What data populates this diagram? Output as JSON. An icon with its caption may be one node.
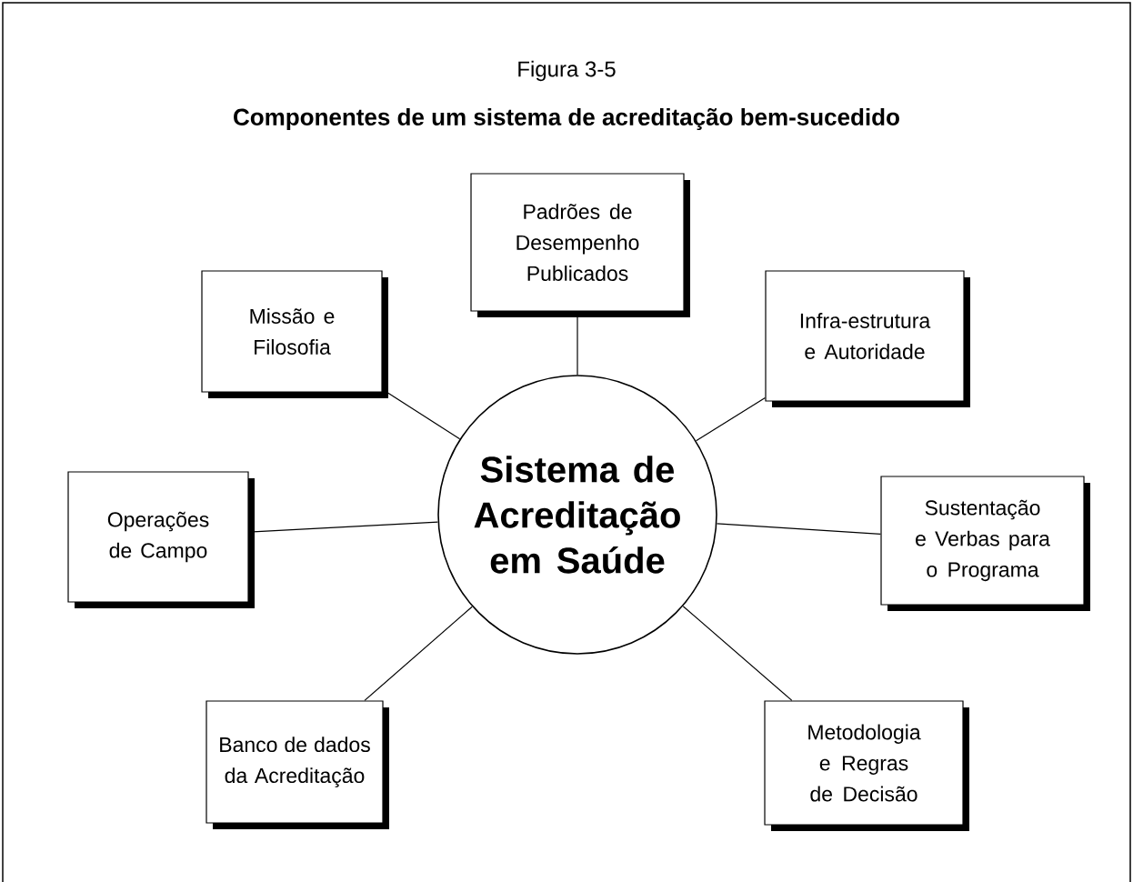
{
  "diagram": {
    "title": "Componentes de um sistema de acreditação bem-sucedido",
    "labels": [
      "Figura 3-5"
    ],
    "nodes": [
      {
        "text": [
          "Sistema de Acreditação em Saúde"
        ]
      },
      {
        "text": [
          "Padrões de Desempenho Publicados"
        ]
      },
      {
        "text": [
          "Missão e Filosofia"
        ]
      },
      {
        "text": [
          "Infra-estrutura e Autoridade"
        ]
      },
      {
        "text": [
          "Operações de Campo"
        ]
      },
      {
        "text": [
          "Sustentação e Verbas para o Programa"
        ]
      },
      {
        "text": [
          "Banco de dados da Acreditação"
        ]
      },
      {
        "text": [
          "Metodologia e Regras de Decisão"
        ]
      }
    ],
    "edges": [
      {
        "from": 0,
        "to": 1,
        "arrow": "none"
      },
      {
        "from": 0,
        "to": 2,
        "arrow": "none"
      },
      {
        "from": 0,
        "to": 3,
        "arrow": "none"
      },
      {
        "from": 0,
        "to": 4,
        "arrow": "none"
      },
      {
        "from": 0,
        "to": 5,
        "arrow": "none"
      },
      {
        "from": 0,
        "to": 6,
        "arrow": "none"
      },
      {
        "from": 0,
        "to": 7,
        "arrow": "none"
      }
    ]
  }
}
